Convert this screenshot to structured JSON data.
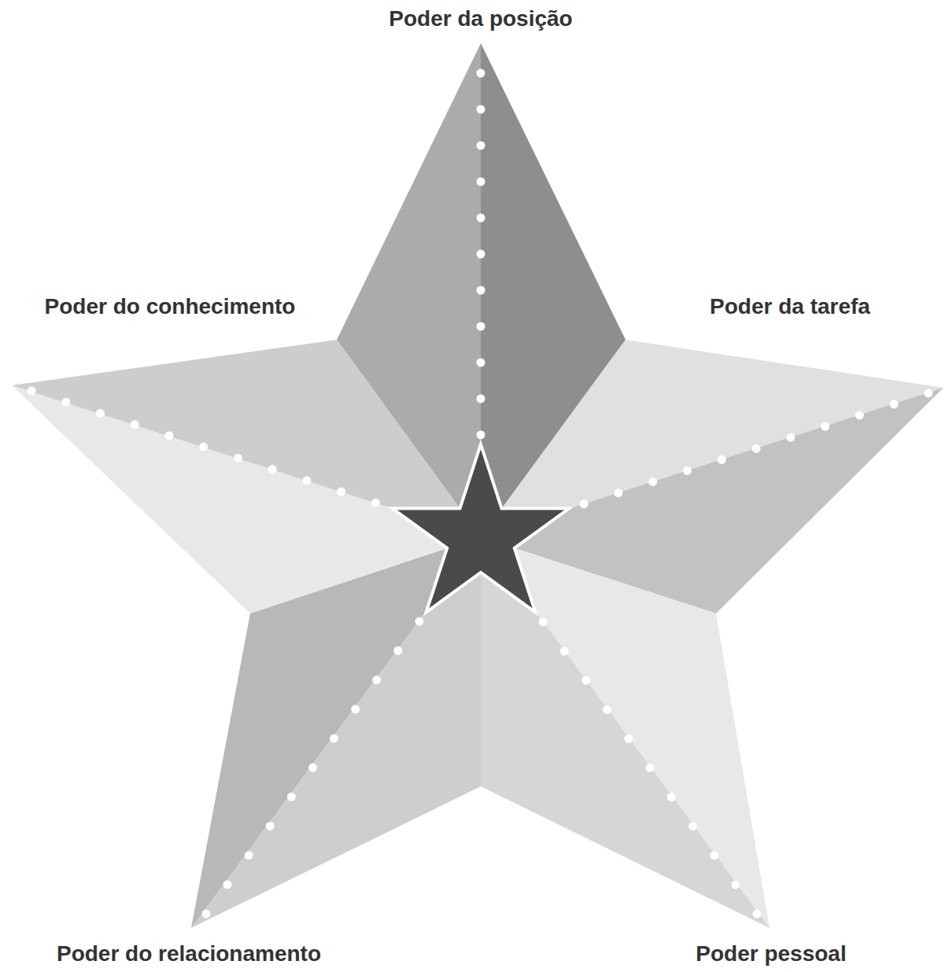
{
  "diagram": {
    "labels": [
      "Poder da posição",
      "Poder do conhecimento",
      "Poder da tarefa",
      "Poder do relacionamento",
      "Poder pessoal"
    ]
  }
}
